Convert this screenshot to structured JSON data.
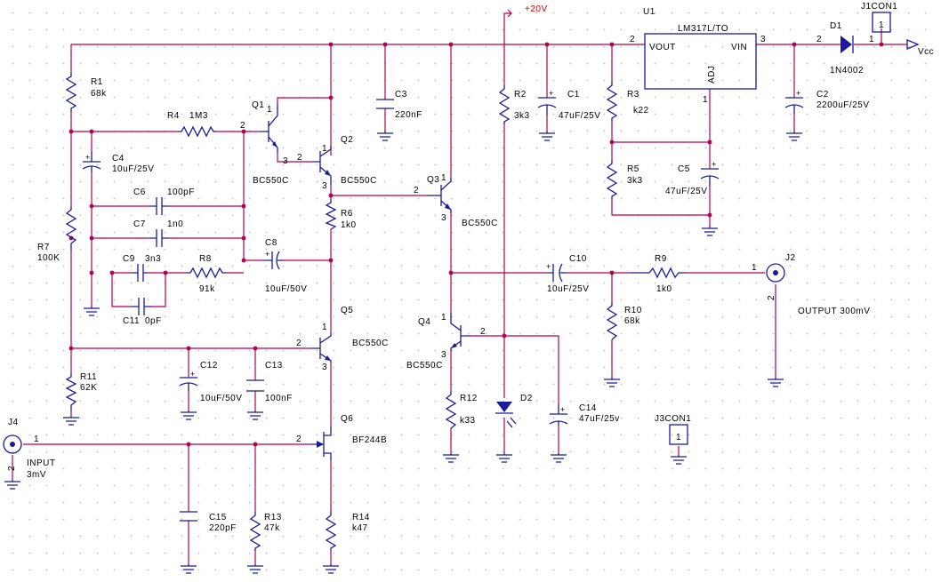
{
  "components": {
    "u1": {
      "ref": "U1",
      "value": "LM317L/TO",
      "vout": "VOUT",
      "vin": "VIN",
      "adj": "ADJ",
      "pin_out": "2",
      "pin_in": "3",
      "pin_adj": "1"
    },
    "d1": {
      "ref": "D1",
      "value": "1N4002",
      "pin_a": "2",
      "pin_k": "1"
    },
    "j1": {
      "ref": "J1CON1",
      "pin": "1"
    },
    "j3": {
      "ref": "J3CON1",
      "pin": "1"
    },
    "vcc": {
      "label": "Vcc"
    },
    "plus20": {
      "label": "+20V"
    },
    "r1": {
      "ref": "R1",
      "value": "68k"
    },
    "r2": {
      "ref": "R2",
      "value": "3k3"
    },
    "r3": {
      "ref": "R3",
      "value": "k22"
    },
    "r4": {
      "ref": "R4",
      "value": "1M3"
    },
    "r5": {
      "ref": "R5",
      "value": "3k3"
    },
    "r6": {
      "ref": "R6",
      "value": "1k0"
    },
    "r7": {
      "ref": "R7",
      "value": "100K"
    },
    "r8": {
      "ref": "R8",
      "value": "91k"
    },
    "r9": {
      "ref": "R9",
      "value": "1k0"
    },
    "r10": {
      "ref": "R10",
      "value": "68k"
    },
    "r11": {
      "ref": "R11",
      "value": "62K"
    },
    "r12": {
      "ref": "R12",
      "value": "k33"
    },
    "r13": {
      "ref": "R13",
      "value": "47k"
    },
    "r14": {
      "ref": "R14",
      "value": "k47"
    },
    "c1": {
      "ref": "C1",
      "value": "47uF/25V"
    },
    "c2": {
      "ref": "C2",
      "value": "2200uF/25V"
    },
    "c3": {
      "ref": "C3",
      "value": "220nF"
    },
    "c4": {
      "ref": "C4",
      "value": "10uF/25V"
    },
    "c5": {
      "ref": "C5",
      "value": "47uF/25V"
    },
    "c6": {
      "ref": "C6",
      "value": "100pF"
    },
    "c7": {
      "ref": "C7",
      "value": "1n0"
    },
    "c8": {
      "ref": "C8",
      "value": "10uF/50V"
    },
    "c9": {
      "ref": "C9",
      "value": "3n3"
    },
    "c10": {
      "ref": "C10",
      "value": "10uF/25V"
    },
    "c11": {
      "ref": "C11",
      "value": "0pF"
    },
    "c12": {
      "ref": "C12",
      "value": "10uF/50V"
    },
    "c13": {
      "ref": "C13",
      "value": "100nF"
    },
    "c14": {
      "ref": "C14",
      "value": "47uF/25v"
    },
    "c15": {
      "ref": "C15",
      "value": "220pF"
    },
    "q1": {
      "ref": "Q1",
      "value": "BC550C"
    },
    "q2": {
      "ref": "Q2",
      "value": "BC550C"
    },
    "q3": {
      "ref": "Q3",
      "value": "BC550C"
    },
    "q4": {
      "ref": "Q4",
      "value": "BC550C"
    },
    "q5": {
      "ref": "Q5",
      "value": "BC550C"
    },
    "q6": {
      "ref": "Q6",
      "value": "BF244B"
    },
    "d2": {
      "ref": "D2"
    },
    "j2": {
      "ref": "J2",
      "note": "OUTPUT 300mV",
      "pin1": "1",
      "pin2": "2"
    },
    "j4": {
      "ref": "J4",
      "note": "INPUT",
      "level": "3mV",
      "pin1": "1",
      "pin2": "2"
    }
  },
  "pins": {
    "one": "1",
    "two": "2",
    "three": "3"
  },
  "colors": {
    "wire": "#b4004e",
    "part": "#1a1a9a",
    "power": "#cc0000"
  }
}
